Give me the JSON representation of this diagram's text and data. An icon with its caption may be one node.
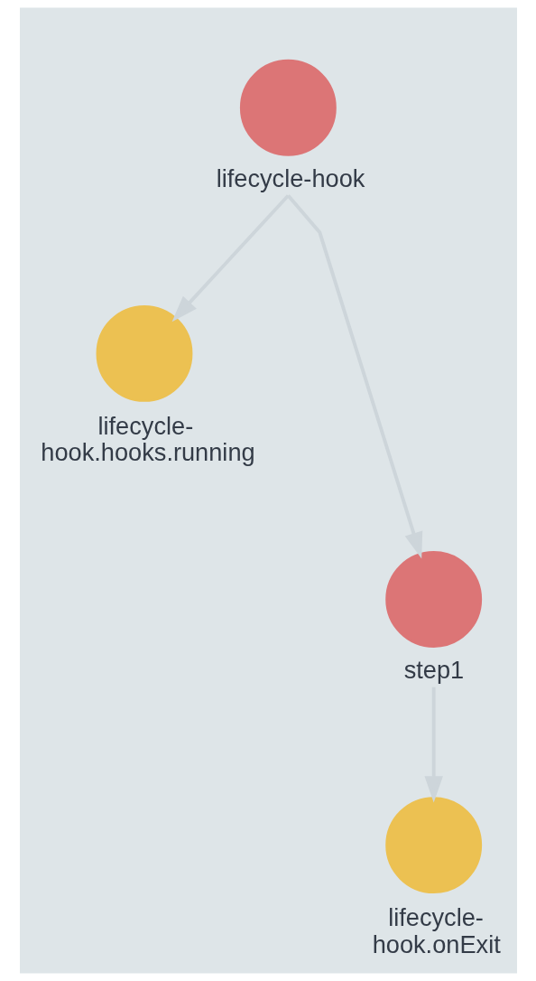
{
  "diagram": {
    "nodes": [
      {
        "text": [
          "lifecycle-hook"
        ]
      },
      {
        "text": [
          "lifecycle- hook.hooks.running"
        ]
      },
      {
        "text": [
          "step1"
        ]
      },
      {
        "text": [
          "lifecycle- hook.onExit"
        ]
      }
    ],
    "edges": [
      {
        "from": 0,
        "to": 1,
        "arrow": "to"
      },
      {
        "from": 0,
        "to": 2,
        "arrow": "to"
      },
      {
        "from": 2,
        "to": 3,
        "arrow": "to"
      }
    ]
  }
}
